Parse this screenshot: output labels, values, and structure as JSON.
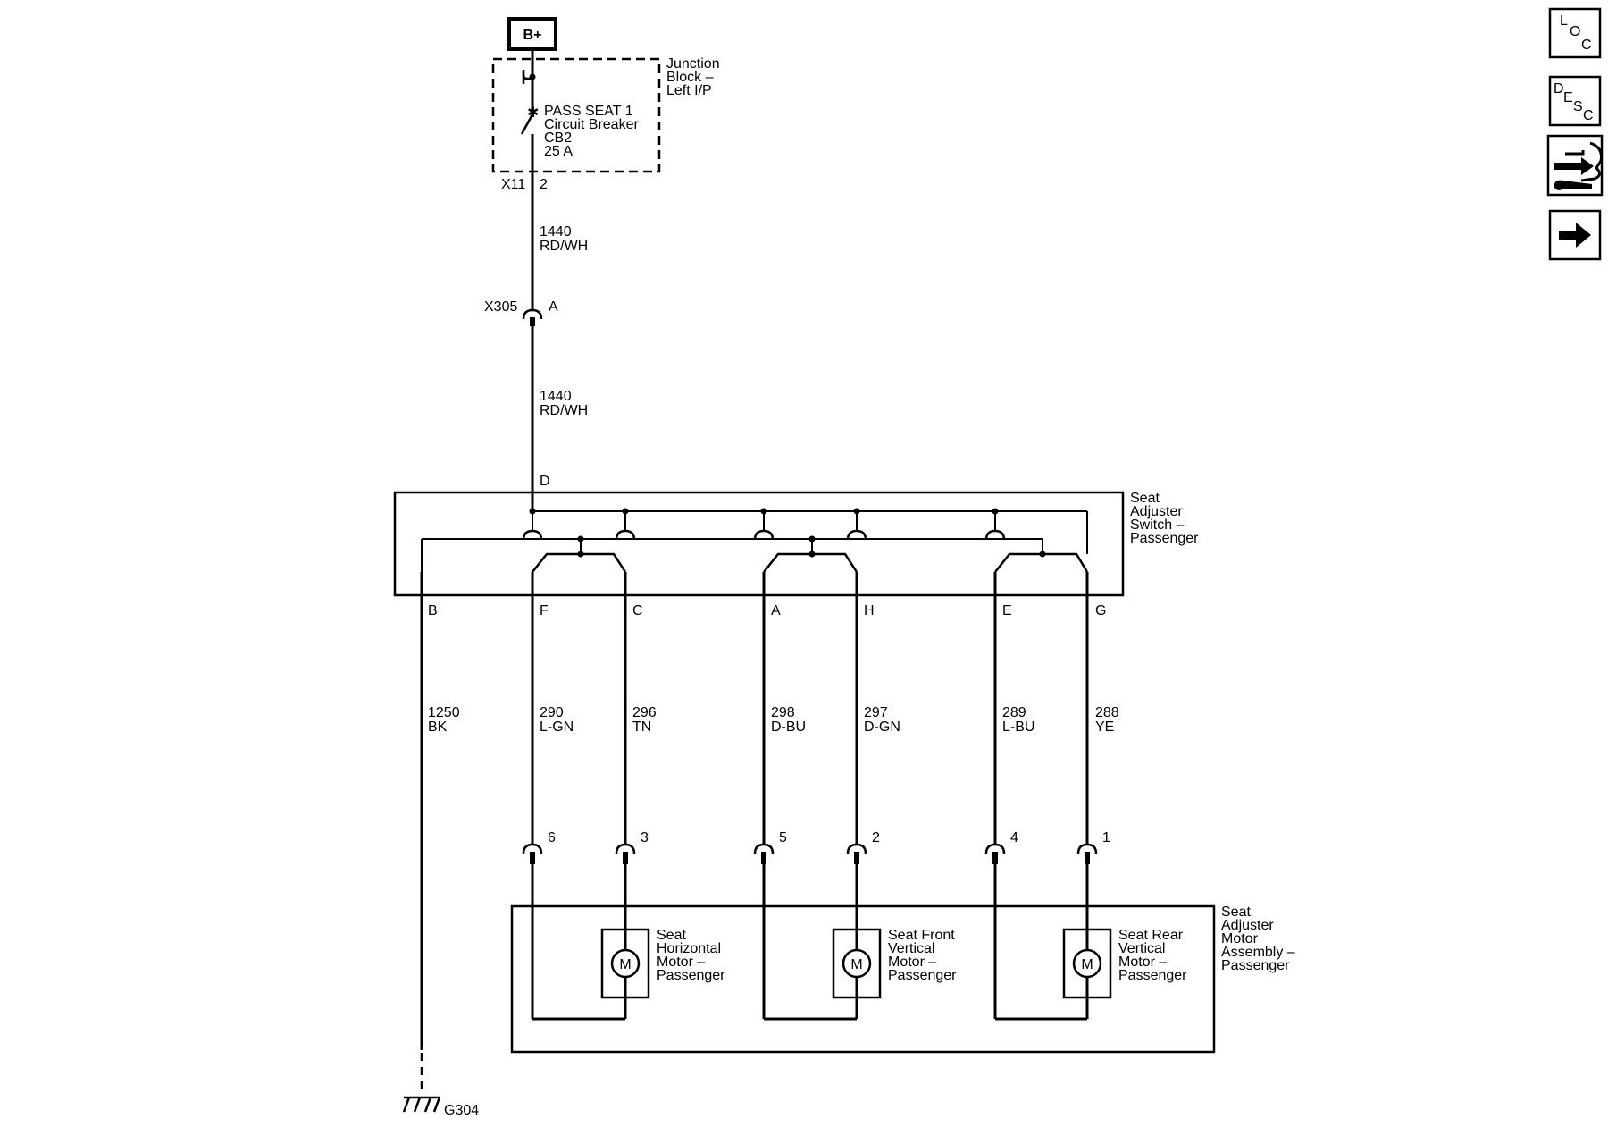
{
  "power": {
    "label": "B+"
  },
  "junction_block": {
    "name_lines": [
      "Junction",
      "Block –",
      "Left I/P"
    ],
    "breaker_lines": [
      "PASS SEAT 1",
      "Circuit Breaker",
      "CB2",
      "25 A"
    ],
    "connector": "X11",
    "pin": "2"
  },
  "wire_upper": {
    "circuit": "1440",
    "color": "RD/WH"
  },
  "inline_connector": {
    "name": "X305",
    "pin": "A"
  },
  "wire_lower": {
    "circuit": "1440",
    "color": "RD/WH"
  },
  "switch": {
    "name_lines": [
      "Seat",
      "Adjuster",
      "Switch –",
      "Passenger"
    ],
    "input_pin": "D",
    "pins": [
      "B",
      "F",
      "C",
      "A",
      "H",
      "E",
      "G"
    ]
  },
  "wires": [
    {
      "circuit": "1250",
      "color": "BK"
    },
    {
      "circuit": "290",
      "color": "L-GN"
    },
    {
      "circuit": "296",
      "color": "TN"
    },
    {
      "circuit": "298",
      "color": "D-BU"
    },
    {
      "circuit": "297",
      "color": "D-GN"
    },
    {
      "circuit": "289",
      "color": "L-BU"
    },
    {
      "circuit": "288",
      "color": "YE"
    }
  ],
  "motor_pins": [
    "6",
    "3",
    "5",
    "2",
    "4",
    "1"
  ],
  "motor_assembly": {
    "name_lines": [
      "Seat",
      "Adjuster",
      "Motor",
      "Assembly –",
      "Passenger"
    ]
  },
  "motors": [
    {
      "symbol": "M",
      "name_lines": [
        "Seat",
        "Horizontal",
        "Motor –",
        "Passenger"
      ]
    },
    {
      "symbol": "M",
      "name_lines": [
        "Seat Front",
        "Vertical",
        "Motor –",
        "Passenger"
      ]
    },
    {
      "symbol": "M",
      "name_lines": [
        "Seat Rear",
        "Vertical",
        "Motor –",
        "Passenger"
      ]
    }
  ],
  "ground": {
    "label": "G304"
  },
  "toolbar": {
    "loc": {
      "chars": [
        "L",
        "O",
        "C"
      ]
    },
    "desc": {
      "chars": [
        "D",
        "E",
        "S",
        "C"
      ]
    },
    "connector_icon": "connector-wrench-icon",
    "next_icon": "arrow-right-icon"
  }
}
